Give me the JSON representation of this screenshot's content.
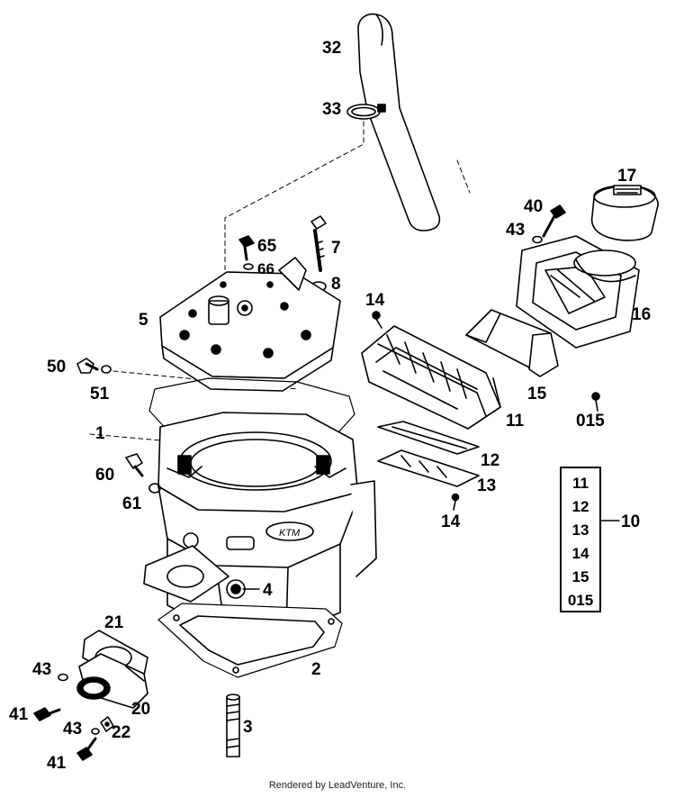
{
  "parts": {
    "p32": "32",
    "p33": "33",
    "p17": "17",
    "p40": "40",
    "p43a": "43",
    "p65": "65",
    "p66": "66",
    "p7": "7",
    "p8": "8",
    "p5": "5",
    "p14a": "14",
    "p16": "16",
    "p50": "50",
    "p51": "51",
    "p15": "15",
    "p015": "015",
    "p11": "11",
    "p1": "1",
    "p12": "12",
    "p60": "60",
    "p13": "13",
    "p61": "61",
    "p14b": "14",
    "p10": "10",
    "p4": "4",
    "p21": "21",
    "p2": "2",
    "p43b": "43",
    "p20": "20",
    "p41a": "41",
    "p3": "3",
    "p43c": "43",
    "p22": "22",
    "p41b": "41"
  },
  "kit": [
    "11",
    "12",
    "13",
    "14",
    "15",
    "015"
  ],
  "footer": "Rendered by LeadVenture, Inc."
}
